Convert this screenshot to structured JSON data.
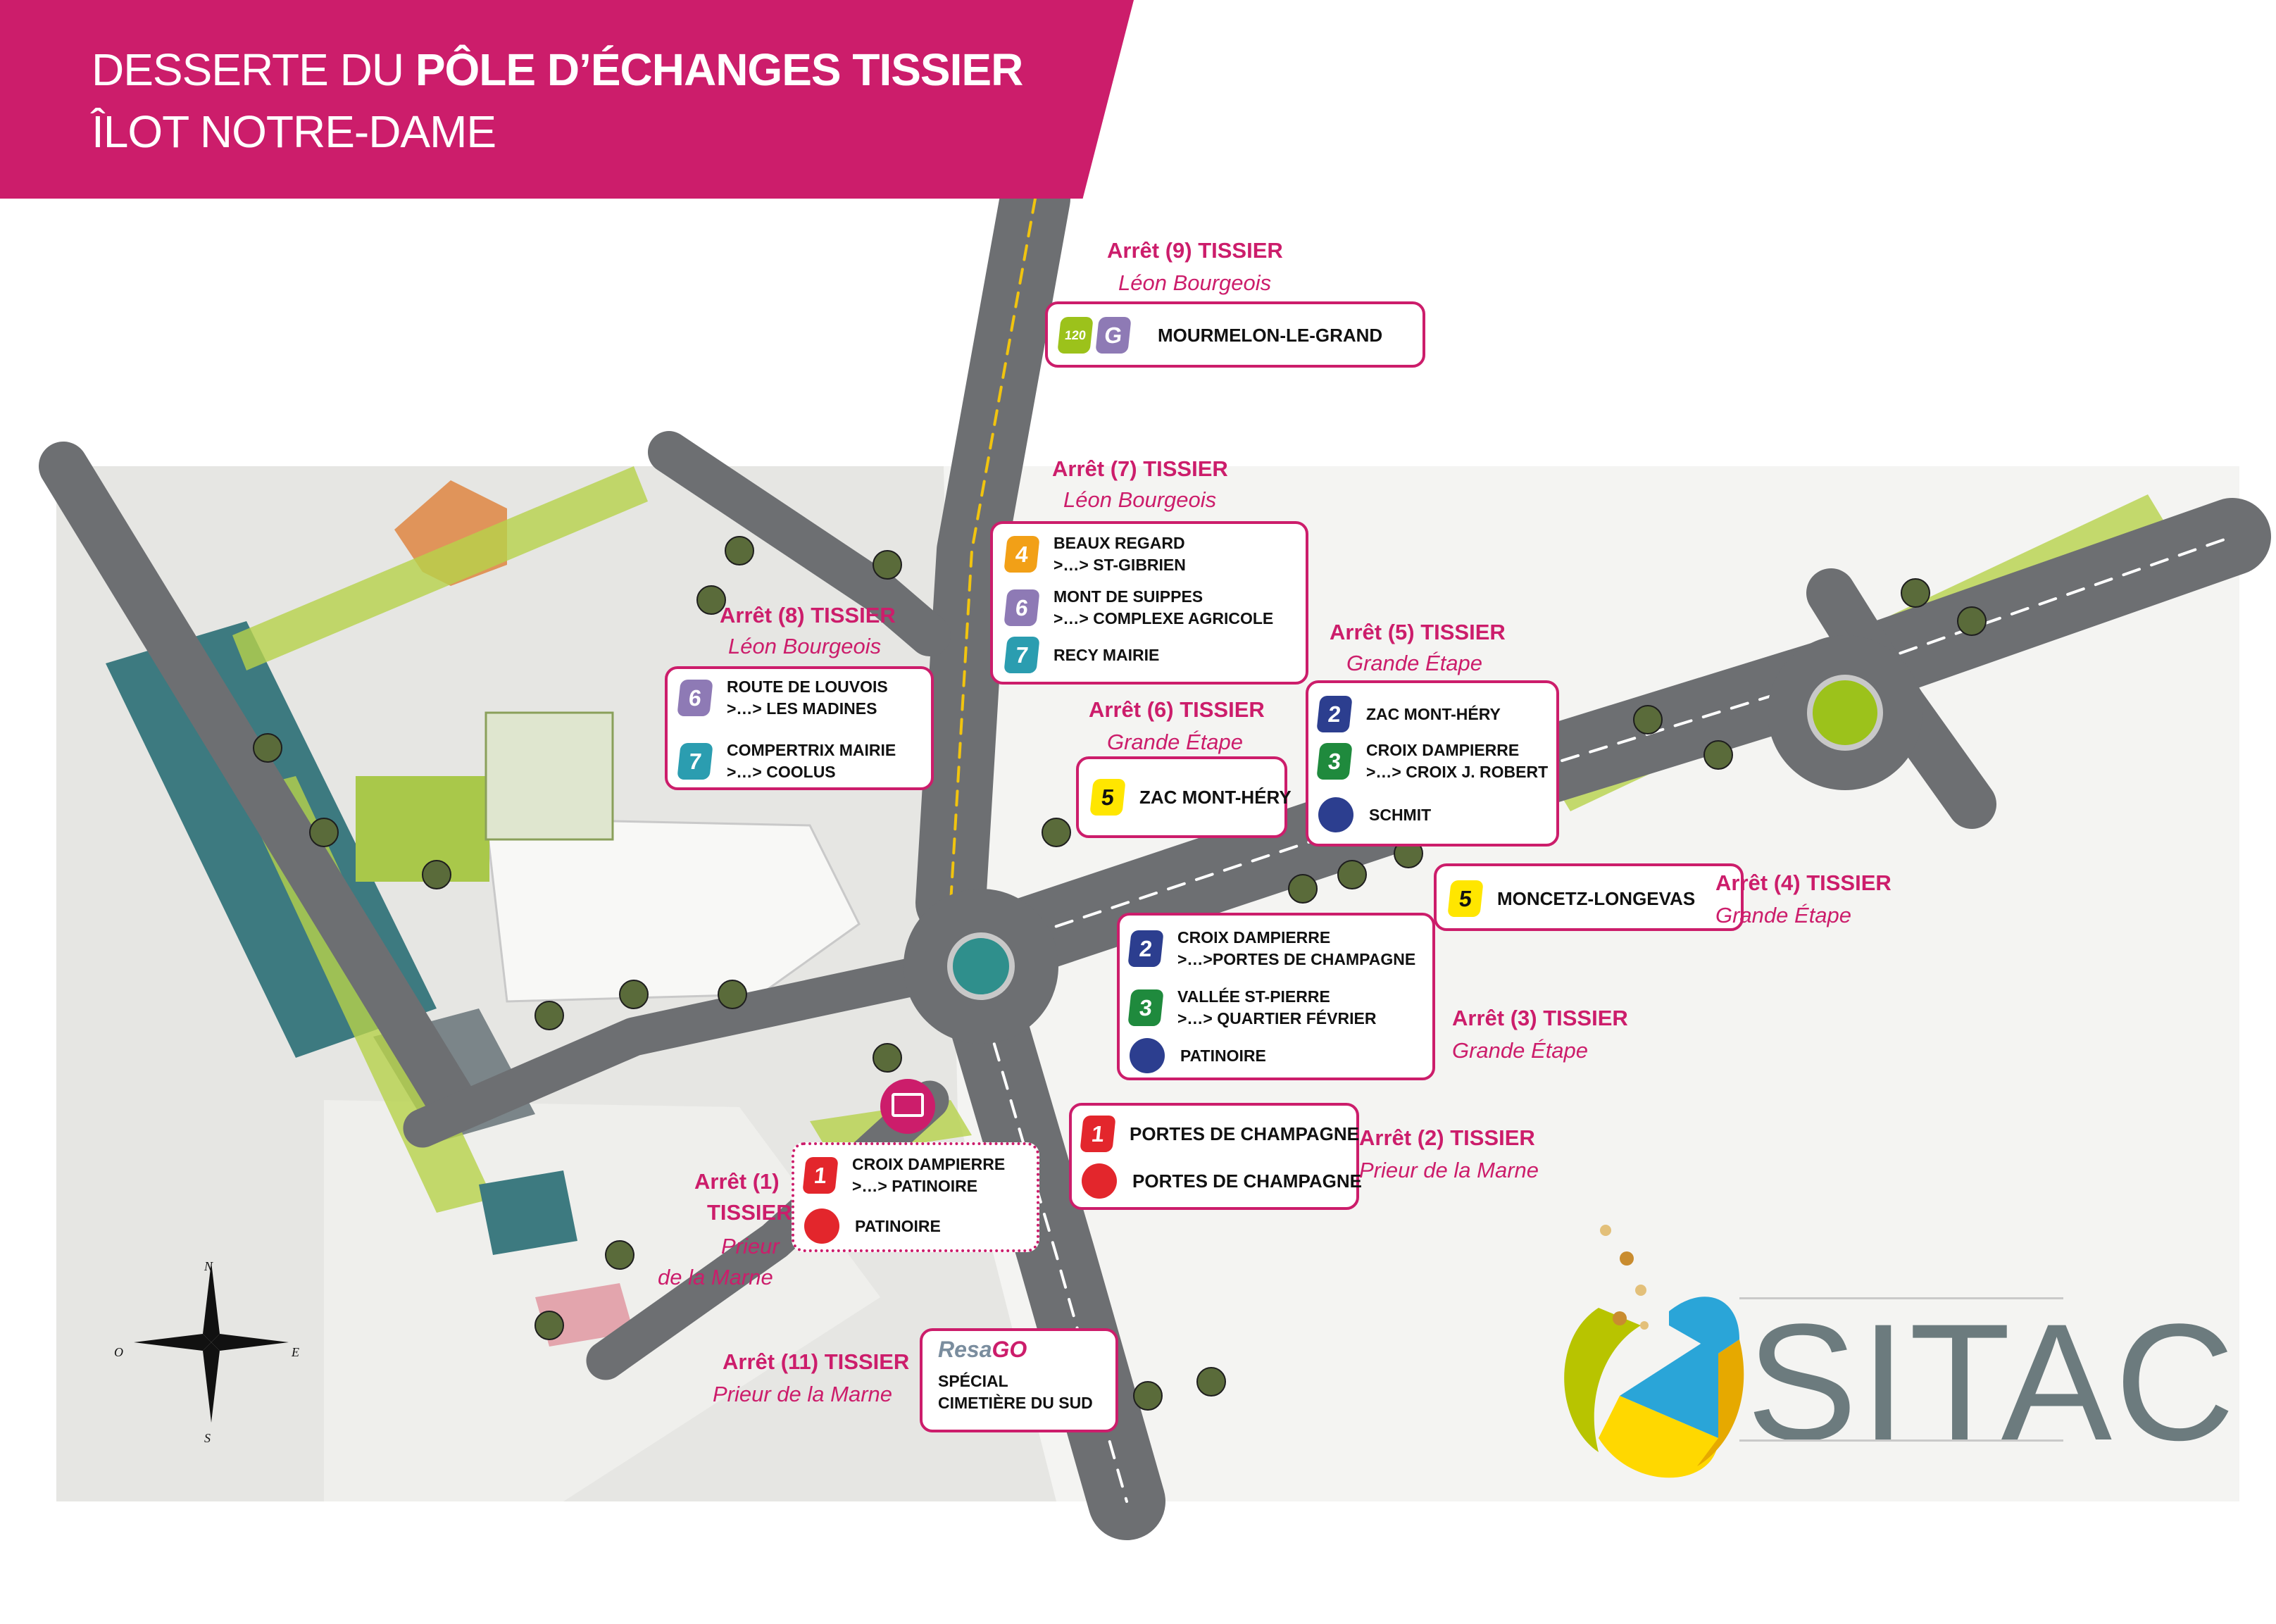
{
  "header": {
    "title_prefix": "DESSERTE DU ",
    "title_bold": "PÔLE D’ÉCHANGES TISSIER",
    "subtitle": "ÎLOT NOTRE-DAME"
  },
  "colors": {
    "brand": "#cc1d6b",
    "line1": "#e3262c",
    "line2": "#2c3e8f",
    "line3": "#1f8a3d",
    "line4": "#f2a017",
    "line5": "#ffe600",
    "line6": "#8e7ab5",
    "line7": "#2b9db0",
    "line120": "#9cc21b",
    "lineG": "#8e7ab5",
    "canal": "#3d7a80",
    "green_space": "#b7d24a",
    "road": "#6d6f72"
  },
  "stops": {
    "s9": {
      "title": "Arrêt (9) TISSIER",
      "sub": "Léon Bourgeois",
      "lines": [
        {
          "badges": [
            {
              "label": "120",
              "color": "line120"
            },
            {
              "label": "G",
              "color": "lineG"
            }
          ],
          "text": "MOURMELON-LE-GRAND"
        }
      ]
    },
    "s7": {
      "title": "Arrêt (7) TISSIER",
      "sub": "Léon Bourgeois",
      "lines": [
        {
          "badge": "4",
          "color": "line4",
          "l1": "BEAUX REGARD",
          "l2": ">…> ST-GIBRIEN"
        },
        {
          "badge": "6",
          "color": "line6",
          "l1": "MONT DE SUIPPES",
          "l2": ">…>  COMPLEXE AGRICOLE"
        },
        {
          "badge": "7",
          "color": "line7",
          "l1": "RECY MAIRIE"
        }
      ]
    },
    "s8": {
      "title": "Arrêt (8) TISSIER",
      "sub": "Léon Bourgeois",
      "lines": [
        {
          "badge": "6",
          "color": "line6",
          "l1": "ROUTE DE LOUVOIS",
          "l2": ">…>  LES MADINES"
        },
        {
          "badge": "7",
          "color": "line7",
          "l1": "COMPERTRIX MAIRIE",
          "l2": ">…> COOLUS"
        }
      ]
    },
    "s6": {
      "title": "Arrêt (6) TISSIER",
      "sub": "Grande Étape",
      "lines": [
        {
          "badge": "5",
          "color": "line5",
          "l1": "ZAC MONT-HÉRY"
        }
      ]
    },
    "s5": {
      "title": "Arrêt (5) TISSIER",
      "sub": "Grande Étape",
      "lines": [
        {
          "badge": "2",
          "color": "line2",
          "l1": "ZAC MONT-HÉRY"
        },
        {
          "badge": "3",
          "color": "line3",
          "l1": "CROIX DAMPIERRE",
          "l2": ">…> CROIX J. ROBERT"
        },
        {
          "badge": "",
          "color": "line2",
          "round": true,
          "l1": "SCHMIT"
        }
      ]
    },
    "s4": {
      "title": "Arrêt (4) TISSIER",
      "sub": "Grande Étape",
      "lines": [
        {
          "badge": "5",
          "color": "line5",
          "l1": "MONCETZ-LONGEVAS"
        }
      ]
    },
    "s3": {
      "title": "Arrêt (3) TISSIER",
      "sub": "Grande Étape",
      "lines": [
        {
          "badge": "2",
          "color": "line2",
          "l1": "CROIX DAMPIERRE",
          "l2": ">…>PORTES DE CHAMPAGNE"
        },
        {
          "badge": "3",
          "color": "line3",
          "l1": "VALLÉE ST-PIERRE",
          "l2": ">…> QUARTIER FÉVRIER"
        },
        {
          "badge": "",
          "color": "line2",
          "round": true,
          "l1": "PATINOIRE"
        }
      ]
    },
    "s2": {
      "title": "Arrêt (2) TISSIER",
      "sub": "Prieur de la Marne",
      "lines": [
        {
          "badge": "1",
          "color": "line1",
          "l1": "PORTES DE CHAMPAGNE"
        },
        {
          "badge": "",
          "color": "line1",
          "round": true,
          "l1": "PORTES DE CHAMPAGNE"
        }
      ]
    },
    "s1": {
      "title1": "Arrêt (1)",
      "title2": "TISSIER",
      "sub1": "Prieur",
      "sub2": "de la Marne",
      "lines": [
        {
          "badge": "1",
          "color": "line1",
          "l1": "CROIX DAMPIERRE",
          "l2": ">…> PATINOIRE"
        },
        {
          "badge": "",
          "color": "line1",
          "round": true,
          "l1": "PATINOIRE"
        }
      ]
    },
    "s11": {
      "title": "Arrêt (11) TISSIER",
      "sub": "Prieur de la Marne",
      "brand_a": "Resa",
      "brand_b": "G",
      "brand_c": "O",
      "l1": "SPÉCIAL",
      "l2": "CIMETIÈRE DU SUD"
    }
  },
  "compass": {
    "n": "N",
    "s": "S",
    "e": "E",
    "o": "O"
  },
  "logo": {
    "text": "SITAC"
  }
}
